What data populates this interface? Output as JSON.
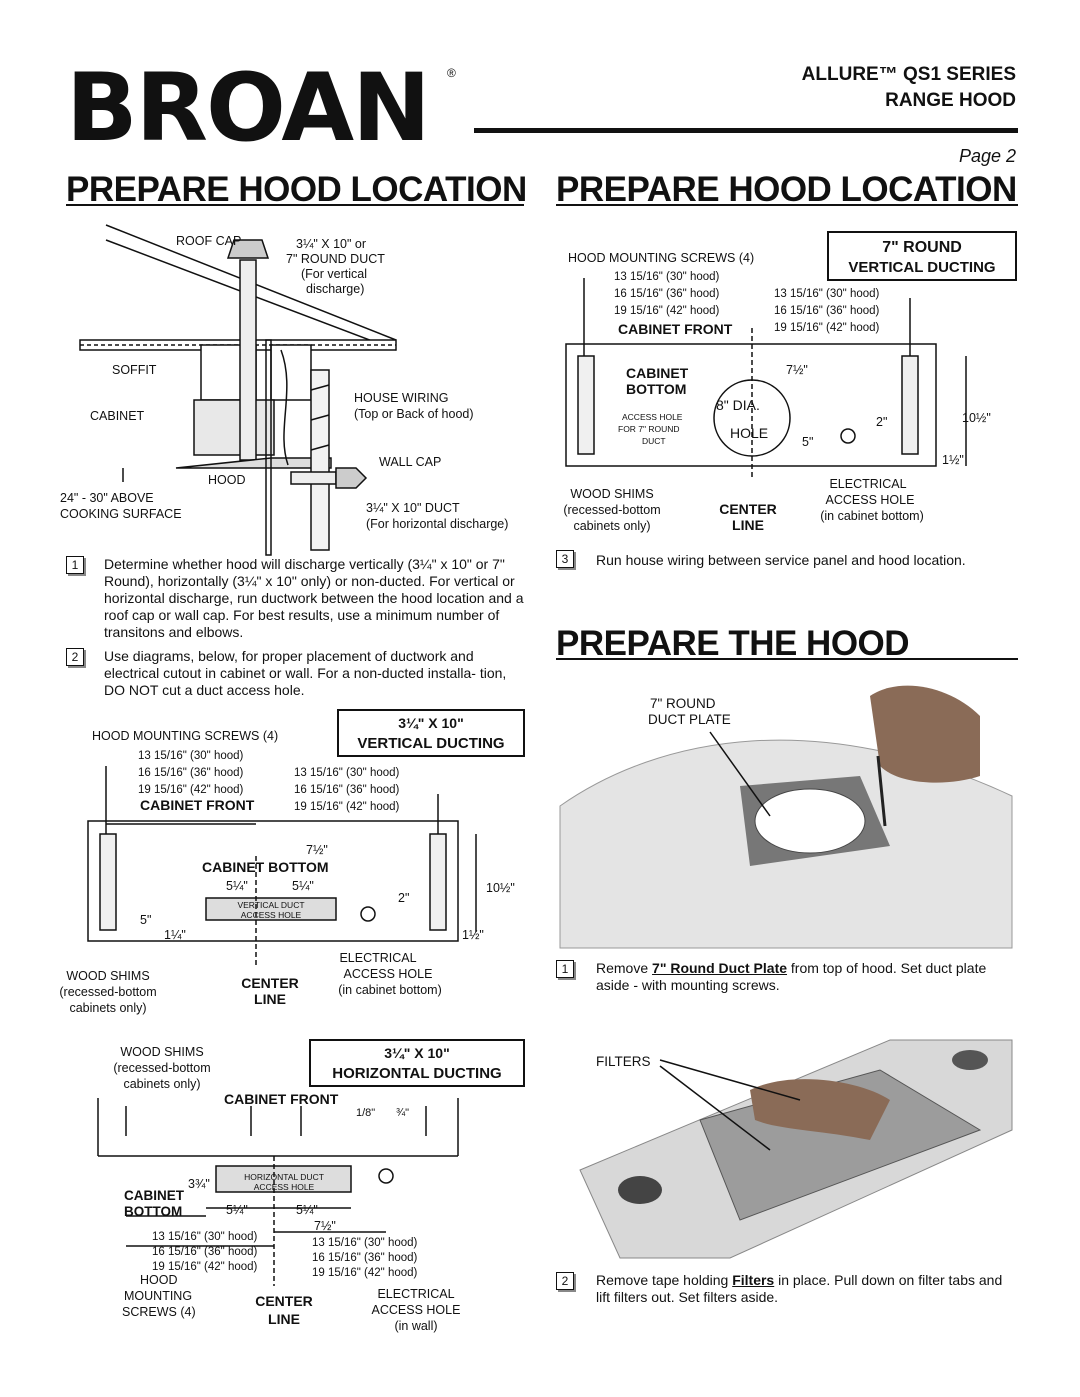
{
  "header": {
    "logo": "BROAN",
    "registered": "®",
    "series_line1": "ALLURE™  QS1 SERIES",
    "series_line2": "RANGE HOOD",
    "page_label": "Page 2"
  },
  "left": {
    "title": "PREPARE HOOD LOCATION",
    "diagram": {
      "roof_cap": "ROOF CAP",
      "duct_note": [
        "3¼\" X 10\" or",
        "7\" ROUND DUCT",
        "(For vertical",
        "discharge)"
      ],
      "soffit": "SOFFIT",
      "house_wiring": [
        "HOUSE WIRING",
        "(Top or Back of hood)"
      ],
      "cabinet": "CABINET",
      "wall_cap": "WALL CAP",
      "hood": "HOOD",
      "above": [
        "24\" - 30\" ABOVE",
        "COOKING SURFACE"
      ],
      "horiz_duct": [
        "3¼\" X 10\" DUCT",
        "(For horizontal discharge)"
      ]
    },
    "steps": [
      {
        "num": "1",
        "text": "Determine whether hood will discharge vertically (3¼\" x 10\" or 7\" Round), horizontally (3¼\" x 10\" only) or non-ducted. For vertical or horizontal discharge, run ductwork between the hood location and a roof cap or wall cap. For best results, use a minimum number of transitons and elbows."
      },
      {
        "num": "2",
        "text": "Use diagrams, below, for proper placement of ductwork and electrical cutout in cabinet or wall. For a non-ducted installa- tion, DO NOT cut a duct access hole."
      }
    ],
    "vertical_diagram": {
      "box_line1": "3¼\" X 10\"",
      "box_line2": "VERTICAL DUCTING",
      "screws": "HOOD MOUNTING SCREWS (4)",
      "dims_left": [
        "13 15/16\" (30\" hood)",
        "16 15/16\" (36\" hood)",
        "19 15/16\" (42\" hood)"
      ],
      "dims_right": [
        "13 15/16\" (30\" hood)",
        "16 15/16\" (36\" hood)",
        "19 15/16\" (42\" hood)"
      ],
      "cabinet_front": "CABINET FRONT",
      "cabinet_bottom": "CABINET  BOTTOM",
      "d_7half": "7½\"",
      "d_5q": "5¼\"",
      "d_5": "5\"",
      "d_1q": "1¼\"",
      "d_2": "2\"",
      "d_10h": "10½\"",
      "d_1h": "1½\"",
      "access": [
        "VERTICAL DUCT",
        "ACCESS HOLE"
      ],
      "electrical": [
        "ELECTRICAL",
        "ACCESS HOLE",
        "(in cabinet bottom)"
      ],
      "shims": [
        "WOOD SHIMS",
        "(recessed-bottom",
        "cabinets only)"
      ],
      "center": [
        "CENTER",
        "LINE"
      ]
    },
    "horizontal_diagram": {
      "box_line1": "3¼\" X 10\"",
      "box_line2": "HORIZONTAL DUCTING",
      "shims": [
        "WOOD SHIMS",
        "(recessed-bottom",
        "cabinets only)"
      ],
      "cabinet_front": "CABINET FRONT",
      "d_1_8": "1/8\"",
      "d_3_4": "¾\"",
      "d_3_3q": "3¾\"",
      "access": [
        "HORIZONTAL DUCT",
        "ACCESS HOLE"
      ],
      "cabinet_bottom": [
        "CABINET",
        "BOTTOM"
      ],
      "d_5q": "5¼\"",
      "d_7half": "7½\"",
      "dims_left": [
        "13 15/16\" (30\" hood)",
        "16 15/16\" (36\" hood)",
        "19 15/16\" (42\" hood)"
      ],
      "dims_right": [
        "13 15/16\" (30\" hood)",
        "16 15/16\" (36\" hood)",
        "19 15/16\" (42\" hood)"
      ],
      "screws": [
        "HOOD",
        "MOUNTING",
        "SCREWS (4)"
      ],
      "center": [
        "CENTER",
        "LINE"
      ],
      "electrical": [
        "ELECTRICAL",
        "ACCESS HOLE",
        "(in wall)"
      ]
    }
  },
  "right": {
    "title": "PREPARE HOOD LOCATION",
    "round_diagram": {
      "box_line1": "7\" ROUND",
      "box_line2": "VERTICAL DUCTING",
      "screws": "HOOD MOUNTING SCREWS (4)",
      "dims_left": [
        "13 15/16\" (30\" hood)",
        "16 15/16\" (36\" hood)",
        "19 15/16\" (42\" hood)"
      ],
      "dims_right": [
        "13 15/16\" (30\" hood)",
        "16 15/16\" (36\" hood)",
        "19 15/16\" (42\" hood)"
      ],
      "cabinet_front": "CABINET FRONT",
      "cabinet_bottom": [
        "CABINET",
        "BOTTOM"
      ],
      "d_7half": "7½\"",
      "dia": "8\"  DIA.",
      "hole": "HOLE",
      "access": [
        "ACCESS HOLE",
        "FOR 7\" ROUND",
        "DUCT"
      ],
      "d_2": "2\"",
      "d_5": "5\"",
      "d_10h": "10½\"",
      "d_1h": "1½\"",
      "shims": [
        "WOOD SHIMS",
        "(recessed-bottom",
        "cabinets only)"
      ],
      "center": [
        "CENTER",
        "LINE"
      ],
      "electrical": [
        "ELECTRICAL",
        "ACCESS HOLE",
        "(in cabinet bottom)"
      ]
    },
    "step3": {
      "num": "3",
      "text": "Run house wiring between service panel and hood location."
    },
    "title2": "PREPARE THE HOOD",
    "photo1_label": [
      "7\" ROUND",
      "DUCT PLATE"
    ],
    "step1": {
      "num": "1",
      "pre": "Remove ",
      "bold": "7\" Round Duct Plate",
      "post": " from top of hood. Set duct plate aside - with mounting screws."
    },
    "photo2_label": "FILTERS",
    "step2": {
      "num": "2",
      "pre": "Remove tape holding ",
      "bold": "Filters",
      "post": " in place. Pull down on filter tabs and lift filters out. Set filters aside."
    }
  }
}
